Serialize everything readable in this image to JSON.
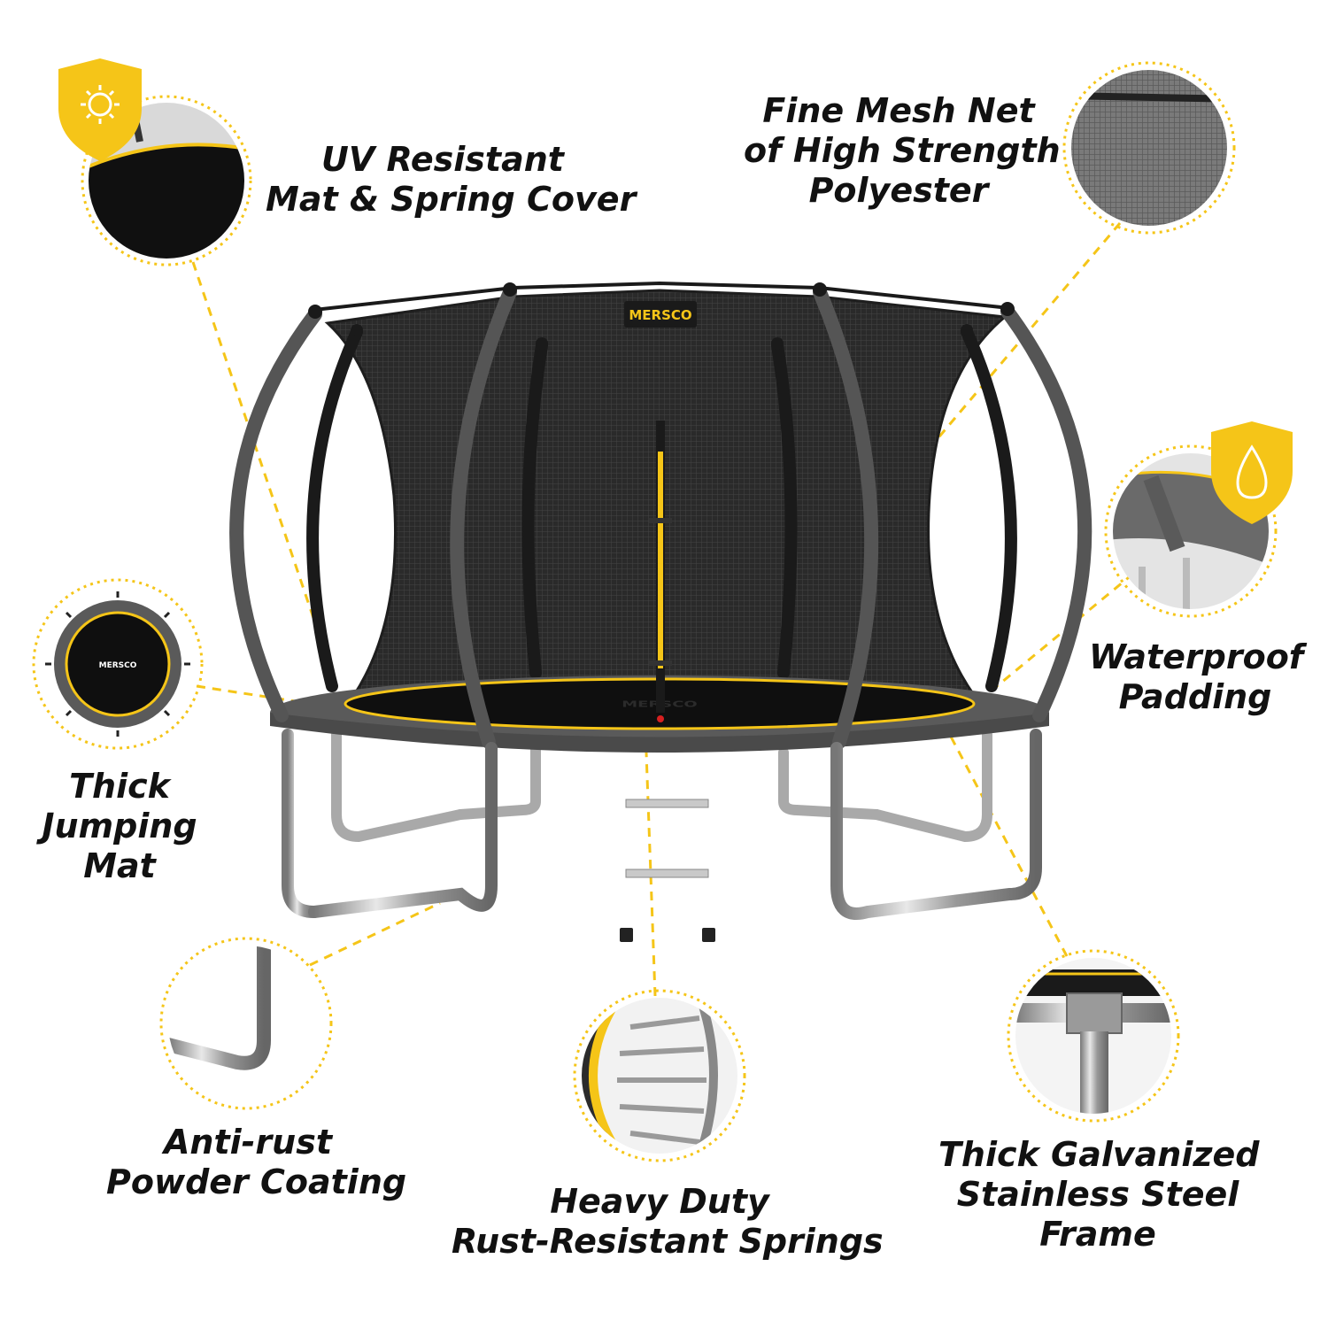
{
  "brand": {
    "logo_text": "MERSCO"
  },
  "colors": {
    "accent": "#F5C518",
    "frame": "#555555",
    "net": "#2b2b2b",
    "mat": "#111111",
    "steel": "#b8b8b8"
  },
  "features": {
    "uv": {
      "line1": "UV Resistant",
      "line2": "Mat & Spring Cover",
      "badge_icon": "sun-icon"
    },
    "mesh": {
      "line1": "Fine Mesh Net",
      "line2": "of High Strength",
      "line3": "Polyester"
    },
    "waterproof": {
      "line1": "Waterproof",
      "line2": "Padding",
      "badge_icon": "water-drop-icon"
    },
    "mat": {
      "line1": "Thick",
      "line2": "Jumping",
      "line3": "Mat"
    },
    "rust": {
      "line1": "Anti-rust",
      "line2": "Powder Coating"
    },
    "springs": {
      "line1": "Heavy Duty",
      "line2": "Rust-Resistant Springs"
    },
    "frame": {
      "line1": "Thick Galvanized",
      "line2": "Stainless Steel",
      "line3": "Frame"
    }
  }
}
